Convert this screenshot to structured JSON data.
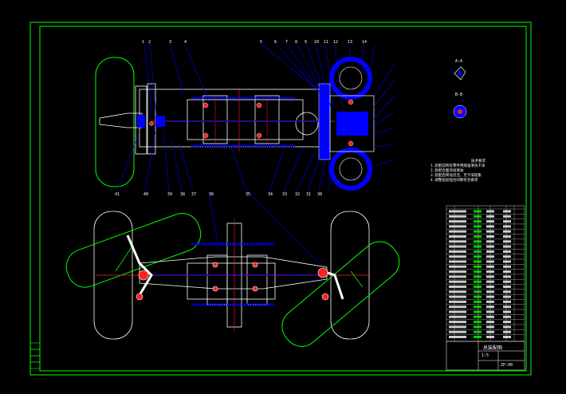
{
  "drawing": {
    "frame_color": "#00ff00",
    "outline_color": "#ffffff",
    "part_color": "#0000ff",
    "highlight_color": "#ff2020",
    "wheel_color": "#00ff00",
    "balloon_numbers_top": [
      "1",
      "2",
      "3",
      "4",
      "5",
      "6",
      "7",
      "8",
      "9",
      "10",
      "11",
      "12",
      "13",
      "14"
    ],
    "balloon_numbers_bottom": [
      "41",
      "40",
      "39",
      "38",
      "37",
      "36",
      "35",
      "34",
      "33",
      "32",
      "31",
      "30"
    ],
    "view_label_a": "A-A",
    "view_label_b": "B-B",
    "notes_title": "技术要求",
    "notes_lines": [
      "1.装配前所有零件用煤油清洗干净",
      "2.各配合面涂润滑油",
      "3.装配后转动灵活，无卡滞现象",
      "4.调整齿轮啮合间隙符合要求"
    ],
    "title_block": {
      "drawing_name": "总装配图",
      "scale": "1:5",
      "drawing_number": "ZP-00"
    }
  }
}
